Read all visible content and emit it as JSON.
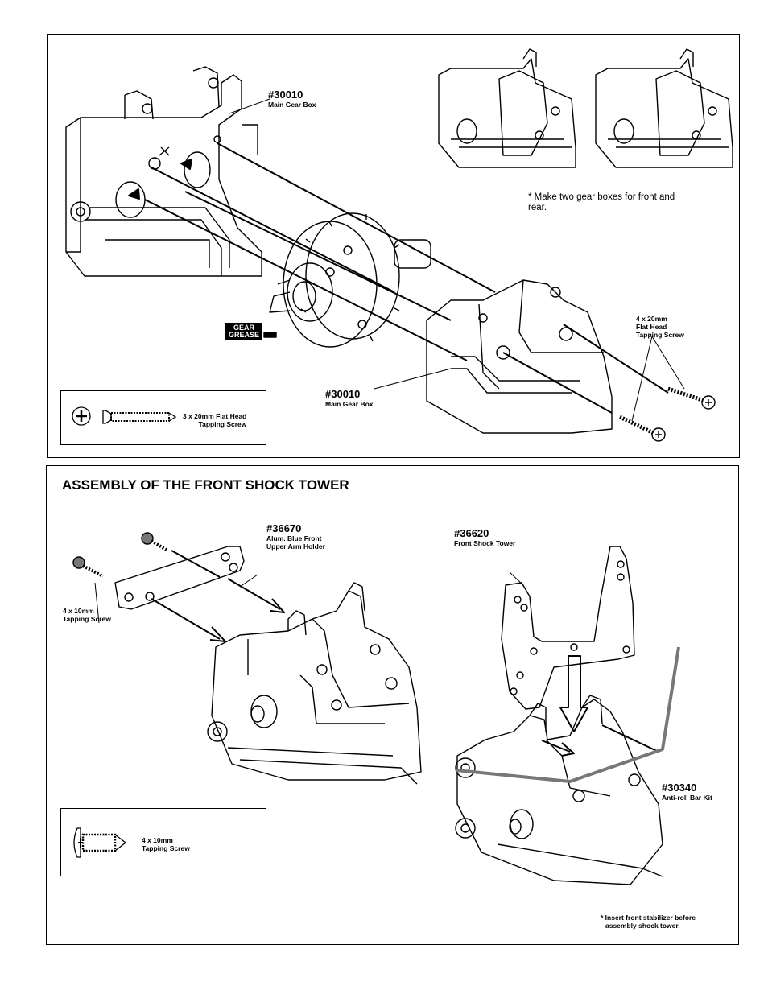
{
  "top_panel": {
    "part_main_gearbox_top": {
      "number": "#30010",
      "name": "Main Gear Box"
    },
    "part_main_gearbox_bottom": {
      "number": "#30010",
      "name": "Main Gear Box"
    },
    "note_two_gearboxes": "* Make two gear boxes for front and rear.",
    "screw_callout": {
      "line1": "4 x 20mm",
      "line2": "Flat Head",
      "line3": "Tapping Screw"
    },
    "grease_badge": {
      "line1": "GEAR",
      "line2": "GREASE"
    },
    "legend": {
      "line1": "3 x 20mm  Flat Head",
      "line2": "Tapping Screw"
    }
  },
  "bottom_panel": {
    "title": "ASSEMBLY OF THE FRONT SHOCK TOWER",
    "part_arm_holder": {
      "number": "#36670",
      "line1": "Alum. Blue Front",
      "line2": "Upper Arm Holder"
    },
    "part_shock_tower": {
      "number": "#36620",
      "name": "Front Shock Tower"
    },
    "part_antiroll": {
      "number": "#30340",
      "name": "Anti-roll Bar Kit"
    },
    "screw_callout": {
      "line1": "4 x 10mm",
      "line2": "Tapping Screw"
    },
    "legend": {
      "line1": "4 x 10mm",
      "line2": "Tapping Screw"
    },
    "note_stabilizer": {
      "line1": "* Insert front stabilizer before",
      "line2": "assembly shock tower."
    }
  },
  "colors": {
    "ink": "#000000",
    "paper": "#ffffff",
    "bar": "#777777"
  }
}
